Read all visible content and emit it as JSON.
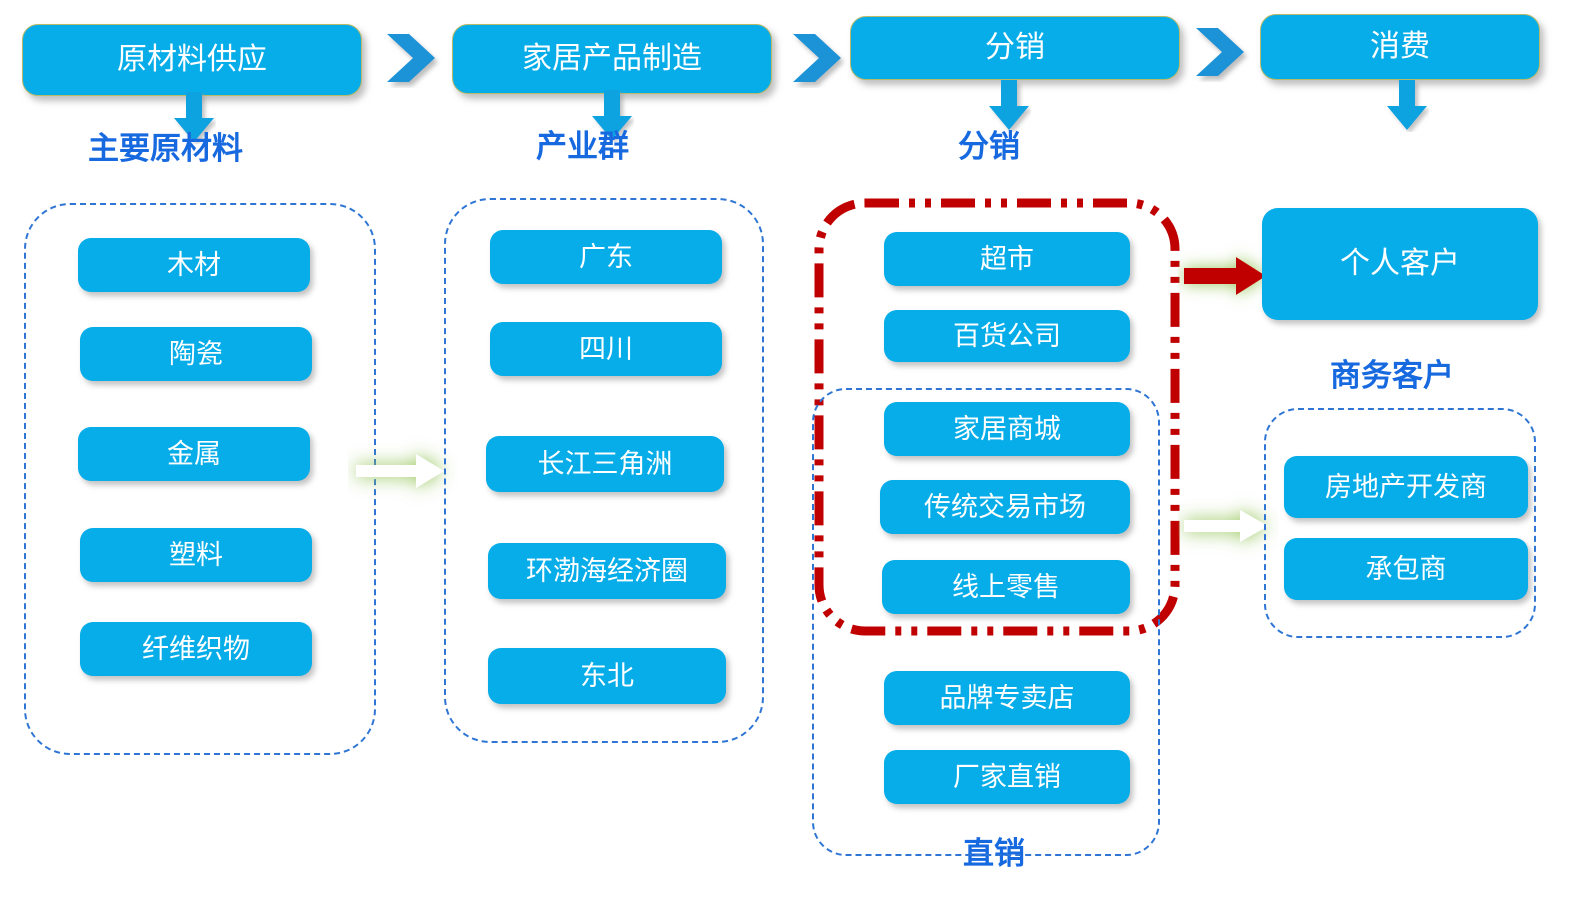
{
  "diagram": {
    "title_row": {
      "stages": [
        {
          "label": "原材料供应"
        },
        {
          "label": "家居产品制造"
        },
        {
          "label": "分销"
        },
        {
          "label": "消费"
        }
      ],
      "chevron_icon": "chevron-right-icon",
      "down_arrow_icon": "arrow-down-icon"
    },
    "captions": [
      {
        "label": "主要原材料"
      },
      {
        "label": "产业群"
      },
      {
        "label": "分销"
      },
      {
        "label": "商务客户"
      },
      {
        "label": "直销"
      }
    ],
    "columns": {
      "raw_materials": {
        "caption": "主要原材料",
        "items": [
          {
            "label": "木材"
          },
          {
            "label": "陶瓷"
          },
          {
            "label": "金属"
          },
          {
            "label": "塑料"
          },
          {
            "label": "纤维织物"
          }
        ]
      },
      "industry_clusters": {
        "caption": "产业群",
        "items": [
          {
            "label": "广东"
          },
          {
            "label": "四川"
          },
          {
            "label": "长江三角洲"
          },
          {
            "label": "环渤海经济圈"
          },
          {
            "label": "东北"
          }
        ]
      },
      "distribution": {
        "caption": "分销",
        "retail_items": [
          {
            "label": "超市"
          },
          {
            "label": "百货公司"
          },
          {
            "label": "家居商城"
          },
          {
            "label": "传统交易市场"
          },
          {
            "label": "线上零售"
          }
        ],
        "direct_sales_caption": "直销",
        "direct_sales_items": [
          {
            "label": "品牌专卖店"
          },
          {
            "label": "厂家直销"
          }
        ]
      },
      "customers": {
        "personal": {
          "label": "个人客户"
        },
        "business_caption": "商务客户",
        "business_items": [
          {
            "label": "房地产开发商"
          },
          {
            "label": "承包商"
          }
        ]
      }
    },
    "connectors": [
      {
        "name": "raw-to-cluster",
        "style": "white-arrow-green-glow"
      },
      {
        "name": "retail-to-personal",
        "style": "red-arrow-green-glow"
      },
      {
        "name": "retail-to-business",
        "style": "white-arrow-green-glow"
      }
    ],
    "colors": {
      "box_blue": "#06ADE8",
      "caption_blue": "#1769E0",
      "dash_blue": "#2E75D4",
      "red_dashdot": "#C00000",
      "arrow_glow_green": "#9BC25C",
      "chevron_blue": "#1C93D6",
      "stage_border": "#B9B96A"
    }
  }
}
